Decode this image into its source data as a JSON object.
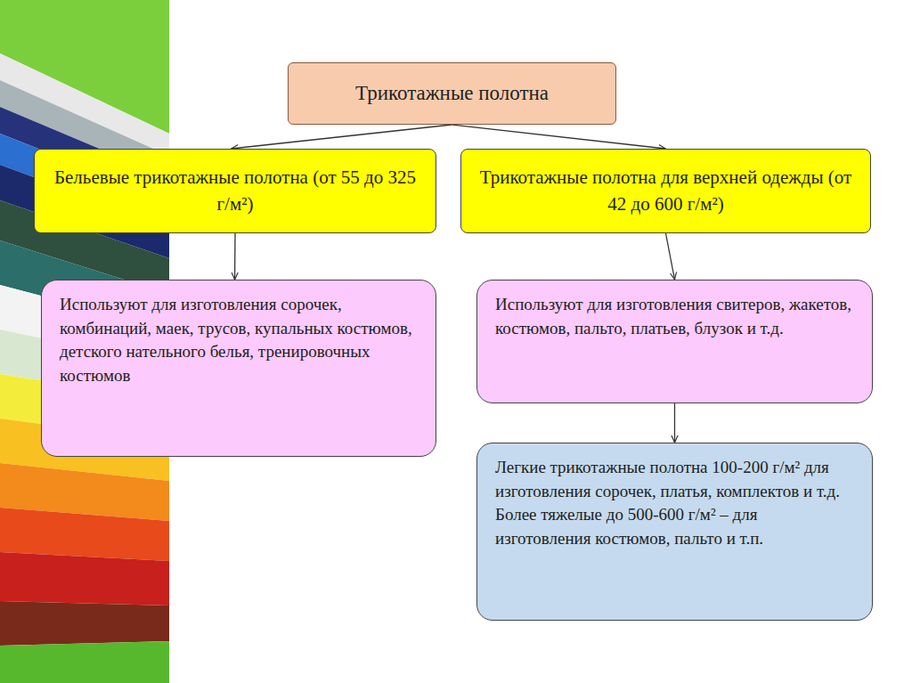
{
  "diagram": {
    "nodes": [
      {
        "text": [
          "Трикотажные полотна"
        ]
      },
      {
        "text": [
          "Бельевые трикотажные полотна (от 55 до 325 г/м²)"
        ]
      },
      {
        "text": [
          "Трикотажные полотна для верхней одежды (от 42 до 600 г/м²)"
        ]
      },
      {
        "text": [
          "Используют для изготовления сорочек, комбинаций, маек, трусов, купальных костюмов, детского нательного белья, тренировочных костюмов"
        ]
      },
      {
        "text": [
          "Используют для изготовления свитеров, жакетов, костюмов, пальто, платьев, блузок и т.д."
        ]
      },
      {
        "text": [
          "Легкие трикотажные полотна 100-200 г/м² для изготовления сорочек, платья, комплектов и т.д.",
          "Более тяжелые до 500-600 г/м² – для изготовления костюмов, пальто и т.п."
        ]
      }
    ],
    "edges": [
      {
        "from": 0,
        "to": 1,
        "arrow": "to"
      },
      {
        "from": 0,
        "to": 2,
        "arrow": "to"
      },
      {
        "from": 1,
        "to": 3,
        "arrow": "to"
      },
      {
        "from": 2,
        "to": 4,
        "arrow": "to"
      },
      {
        "from": 4,
        "to": 5,
        "arrow": "to"
      }
    ]
  }
}
